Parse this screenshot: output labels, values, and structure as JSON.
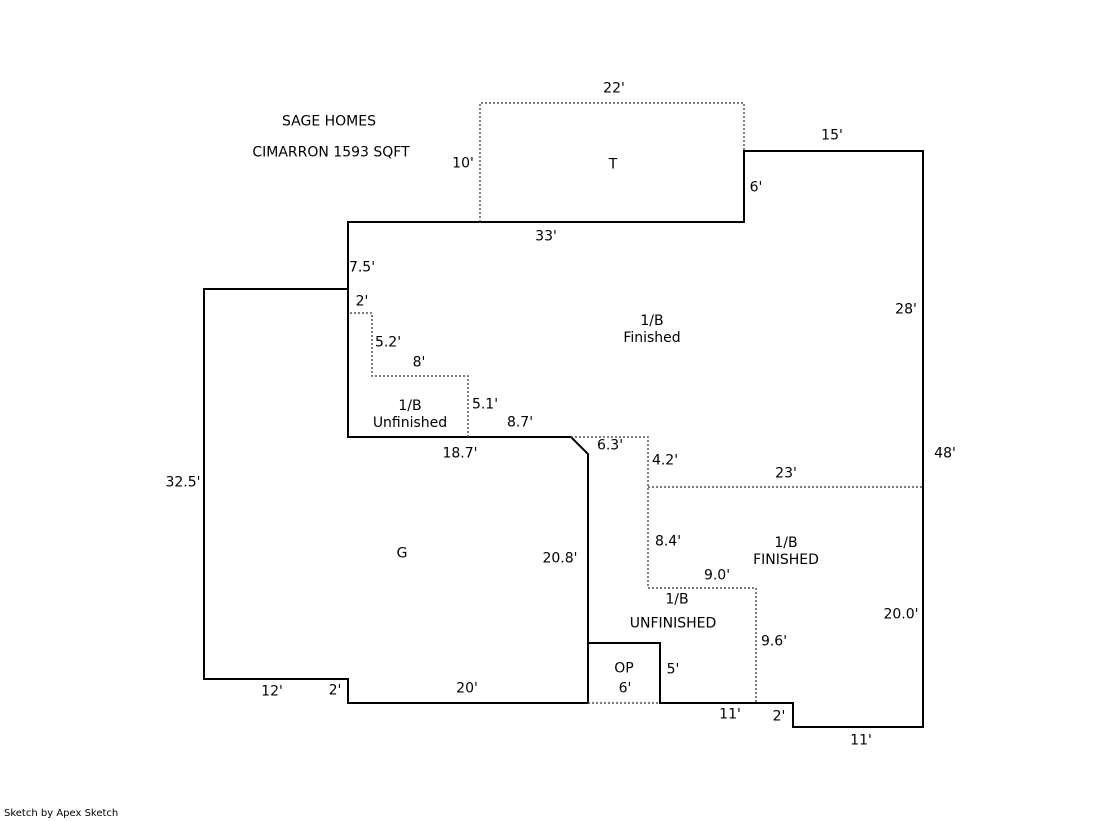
{
  "header": {
    "builder": "SAGE HOMES",
    "model": "CIMARRON 1593 SQFT"
  },
  "areas": {
    "terrace": "T",
    "main_finished": [
      "1/B",
      "Finished"
    ],
    "main_unfinished": [
      "1/B",
      "Unfinished"
    ],
    "garage": "G",
    "lower_finished": [
      "1/B",
      "FINISHED"
    ],
    "lower_unfinished": [
      "1/B",
      "UNFINISHED"
    ],
    "porch": [
      "OP",
      "6'"
    ]
  },
  "dimensions": {
    "t_top": "22'",
    "t_left": "10'",
    "top_right": "15'",
    "right_step": "6'",
    "main_top": "33'",
    "left_step": "7.5'",
    "right_upper": "28'",
    "right_total": "48'",
    "unf_2": "2'",
    "unf_52": "5.2'",
    "unf_8": "8'",
    "unf_51": "5.1'",
    "unf_87": "8.7'",
    "garage_top": "18.7'",
    "diag": "6.3'",
    "v42": "4.2'",
    "h23": "23'",
    "garage_left": "32.5'",
    "garage_right": "20.8'",
    "v84": "8.4'",
    "h90": "9.0'",
    "right_lower": "20.0'",
    "v96": "9.6'",
    "op_right": "5'",
    "bottom_12": "12'",
    "bottom_2a": "2'",
    "bottom_20": "20'",
    "bottom_11a": "11'",
    "bottom_2b": "2'",
    "bottom_11b": "11'"
  },
  "footer": {
    "credit": "Sketch by Apex Sketch"
  }
}
